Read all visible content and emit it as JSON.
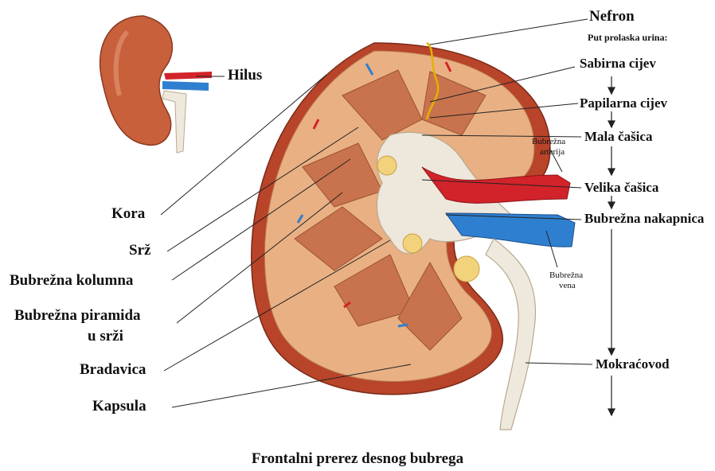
{
  "labels": {
    "hilus": "Hilus",
    "nefron": "Nefron",
    "path_title": "Put prolaska urina:",
    "sabirna_cijev": "Sabirna cijev",
    "papilarna_cijev": "Papilarna cijev",
    "mala_casica": "Mala čašica",
    "velika_casica": "Velika čašica",
    "bubrezna_nakapnica": "Bubrežna nakapnica",
    "mokracovod": "Mokraćovod",
    "bubrezna_arterija_1": "Bubrežna",
    "bubrezna_arterija_2": "arterija",
    "bubrezna_vena_1": "Bubrežna",
    "bubrezna_vena_2": "vena",
    "kora": "Kora",
    "srz": "Srž",
    "bubrezna_kolumna": "Bubrežna kolumna",
    "bubrezna_piramida_1": "Bubrežna piramida",
    "bubrezna_piramida_2": "u srži",
    "bradavica": "Bradavica",
    "kapsula": "Kapsula"
  },
  "caption": "Frontalni prerez desnog bubrega",
  "colors": {
    "capsule": "#b8442a",
    "cortex": "#e9b083",
    "pyramid": "#c8734e",
    "vein": "#2f7fd0",
    "artery": "#d2232a",
    "pelvis": "#eee7dc",
    "fat": "#f2d27a"
  }
}
